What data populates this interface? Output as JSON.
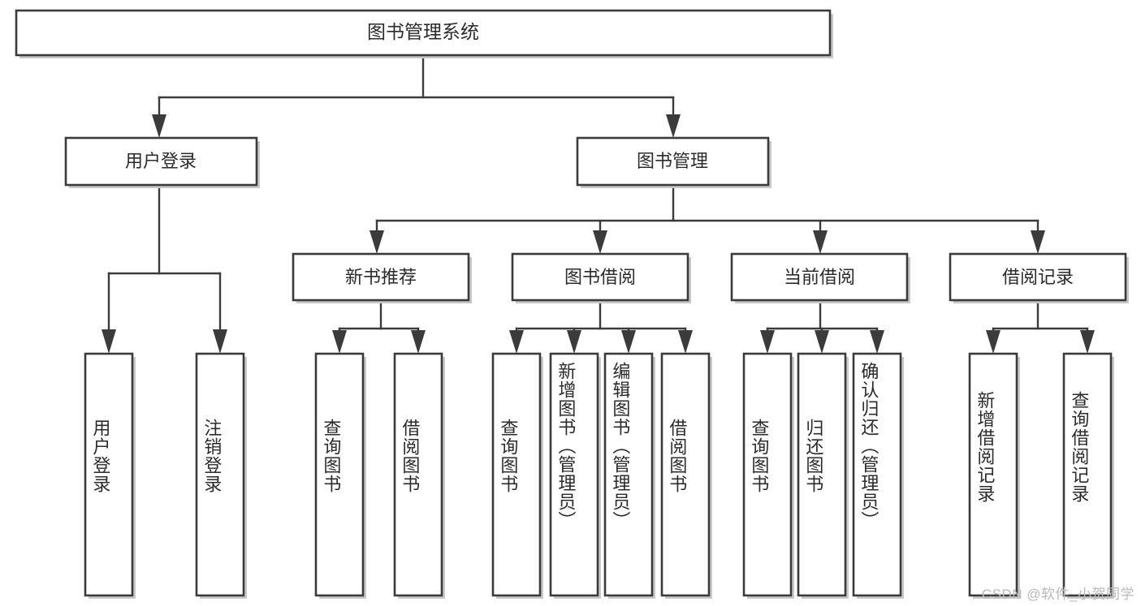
{
  "diagram": {
    "title": "图书管理系统",
    "type": "tree-hierarchy-diagram",
    "colors": {
      "box_stroke": "#3b3b3b",
      "box_fill": "#ffffff",
      "edge": "#3b3b3b",
      "text": "#2b2b2b",
      "watermark": "#b9b9b9",
      "background": "#ffffff"
    },
    "levels": {
      "root": "图书管理系统",
      "level2": [
        "用户登录",
        "图书管理"
      ],
      "level3": [
        "新书推荐",
        "图书借阅",
        "当前借阅",
        "借阅记录"
      ]
    },
    "nodes": {
      "root": {
        "label": "图书管理系统"
      },
      "user_login": {
        "label": "用户登录"
      },
      "book_manage": {
        "label": "图书管理"
      },
      "new_book_rec": {
        "label": "新书推荐"
      },
      "book_borrow": {
        "label": "图书借阅"
      },
      "current_borrow": {
        "label": "当前借阅"
      },
      "borrow_record": {
        "label": "借阅记录"
      }
    },
    "leaves": {
      "user_login": [
        "用户登录",
        "注销登录"
      ],
      "new_book_rec": [
        "查询图书",
        "借阅图书"
      ],
      "book_borrow": [
        "查询图书",
        "新增图书（管理员）",
        "编辑图书（管理员）",
        "借阅图书"
      ],
      "current_borrow": [
        "查询图书",
        "归还图书",
        "确认归还（管理员）"
      ],
      "borrow_record": [
        "新增借阅记录",
        "查询借阅记录"
      ]
    },
    "watermark": "CSDN @软件_小贺同学"
  }
}
